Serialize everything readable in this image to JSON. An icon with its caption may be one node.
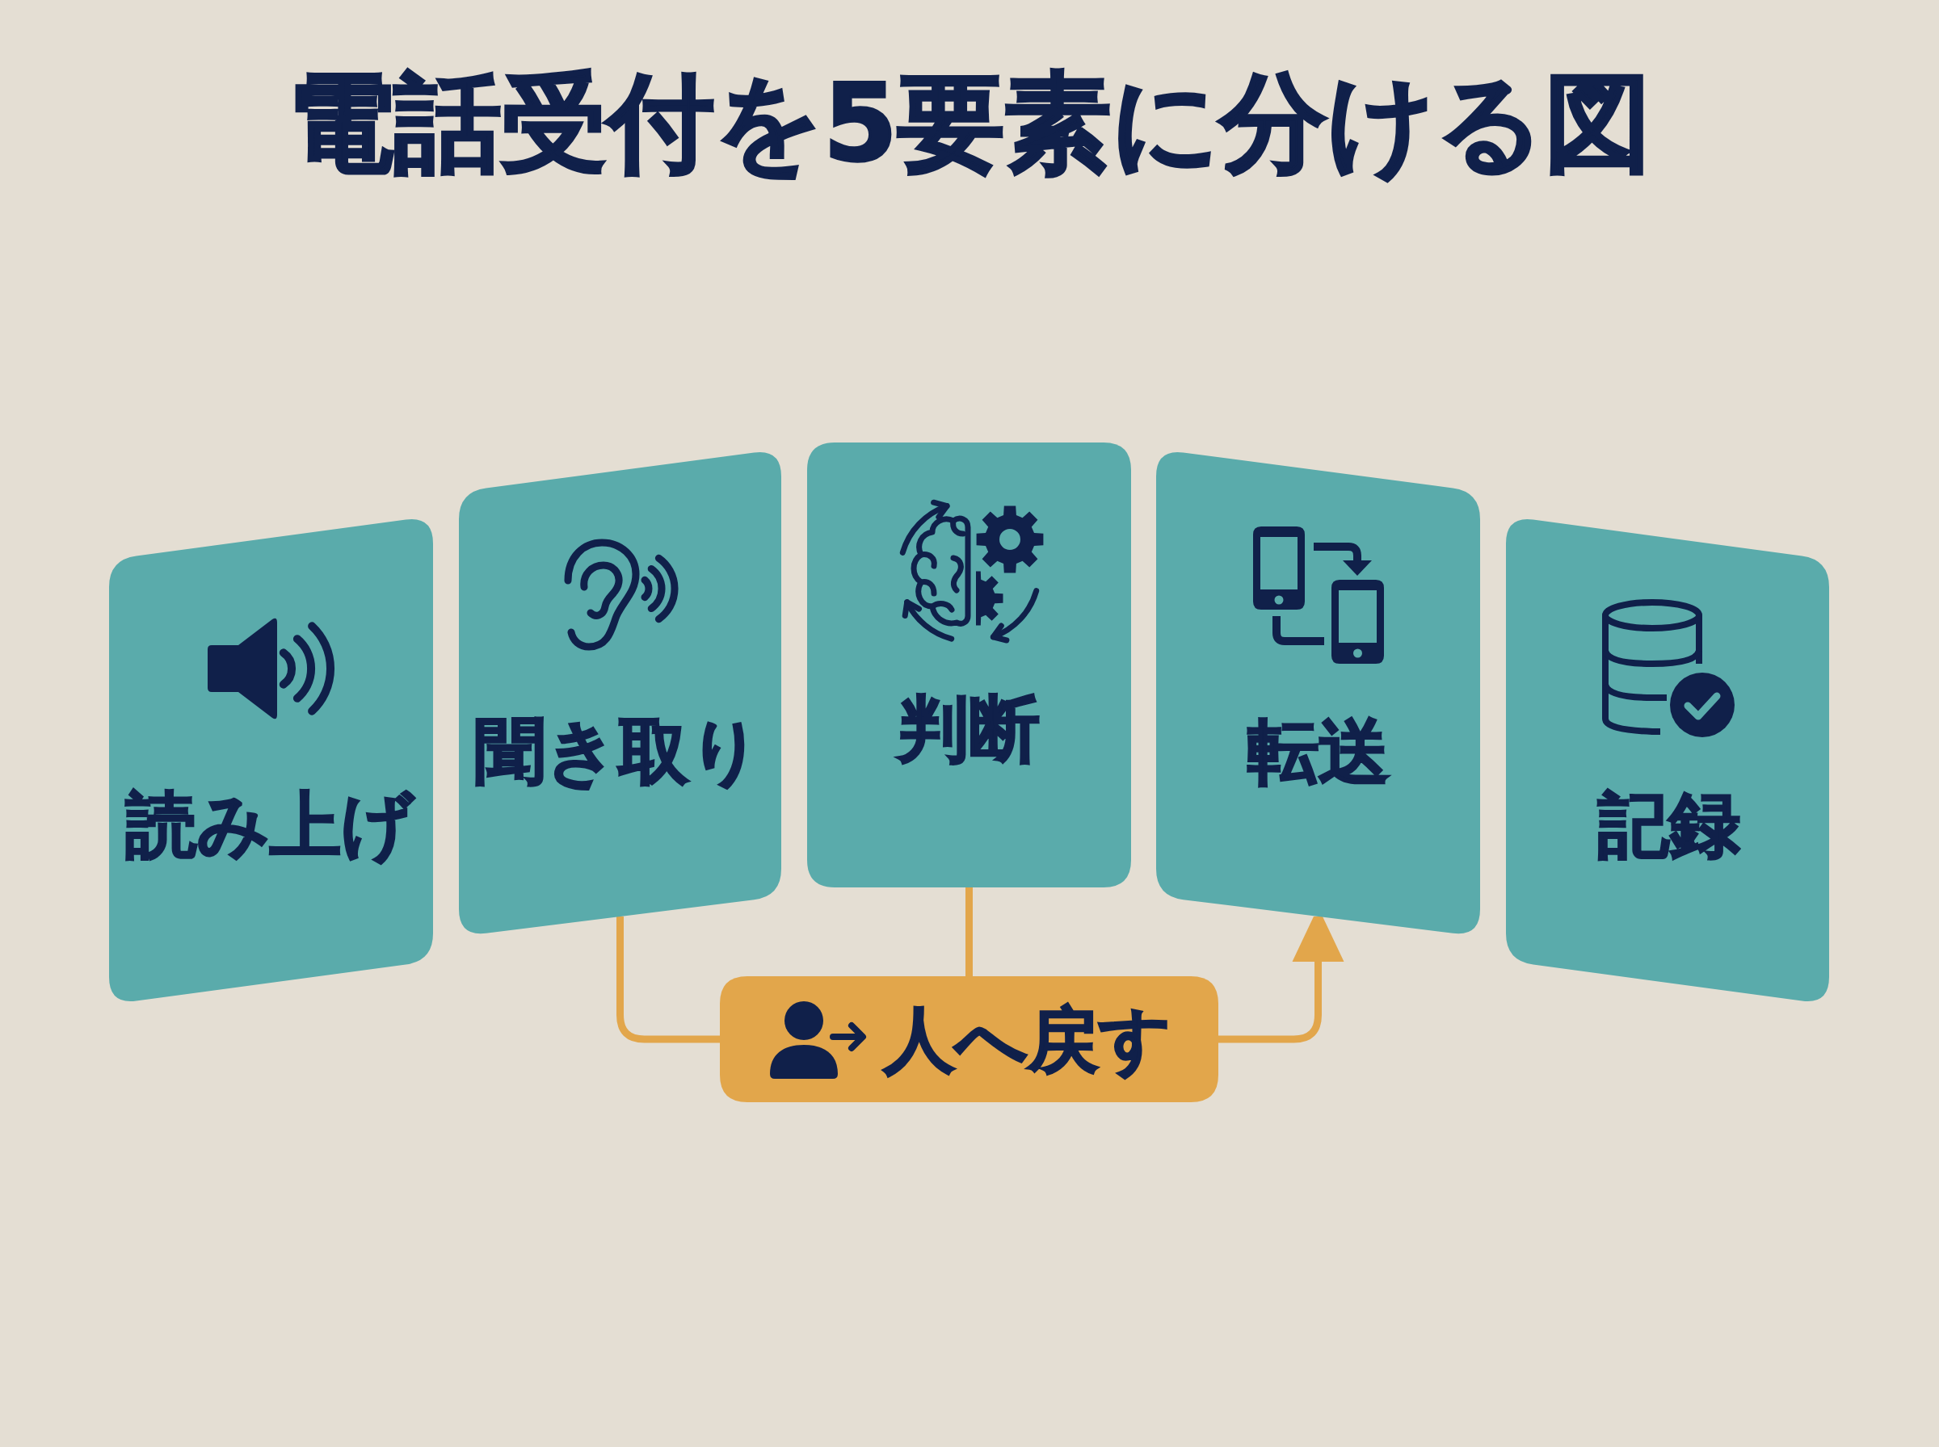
{
  "diagram": {
    "title": "電話受付を5要素に分ける図",
    "nodes": [
      {
        "text": [
          "読み上げ"
        ]
      },
      {
        "text": [
          "聞き取り"
        ]
      },
      {
        "text": [
          "判断"
        ]
      },
      {
        "text": [
          "転送"
        ]
      },
      {
        "text": [
          "記録"
        ]
      },
      {
        "text": [
          "人へ戻す"
        ]
      }
    ],
    "edges": [
      {
        "from": 1,
        "to": 5,
        "arrow": "none"
      },
      {
        "from": 2,
        "to": 5,
        "arrow": "none"
      },
      {
        "from": 5,
        "to": 3,
        "arrow": "to"
      }
    ]
  }
}
